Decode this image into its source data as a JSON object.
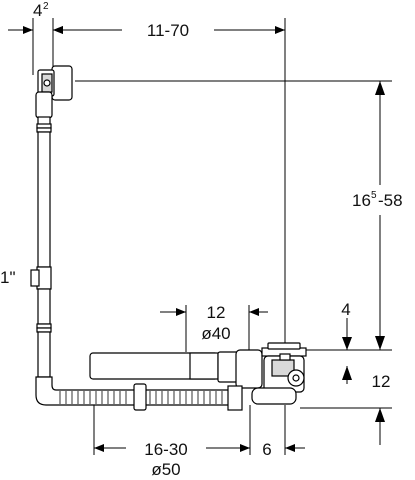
{
  "dimensions": {
    "top_offset": {
      "base": "4",
      "sup": "2"
    },
    "top_span": "11-70",
    "height_range": {
      "base": "16",
      "sup": "5",
      "rest": "-58"
    },
    "thread": "1\"",
    "pipe_length": "12",
    "pipe_diameter": "ø40",
    "rim_offset": "4",
    "outlet_height": "12",
    "drain_span": "16-30",
    "drain_diameter": "ø50",
    "drain_offset": "6"
  }
}
